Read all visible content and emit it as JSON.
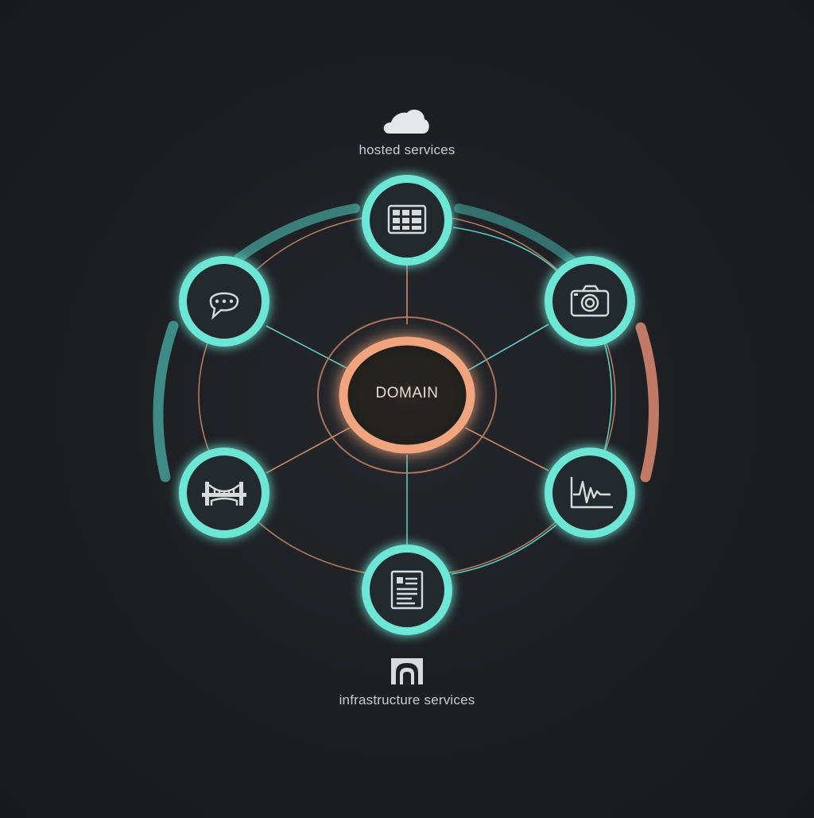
{
  "diagram": {
    "center": {
      "label": "DOMAIN"
    },
    "top_group": {
      "label": "hosted services",
      "icon": "cloud-icon"
    },
    "bottom_group": {
      "label": "infrastructure services",
      "icon": "archway-icon"
    },
    "nodes": [
      {
        "id": "top",
        "icon": "grid-table-icon"
      },
      {
        "id": "upper-right",
        "icon": "camera-icon"
      },
      {
        "id": "lower-right",
        "icon": "waveform-chart-icon"
      },
      {
        "id": "bottom",
        "icon": "document-icon"
      },
      {
        "id": "lower-left",
        "icon": "bridge-icon"
      },
      {
        "id": "upper-left",
        "icon": "chat-bubble-icon"
      }
    ]
  },
  "colors": {
    "background": "#1c1e22",
    "node_ring": "#6ee6d6",
    "node_fill": "#232a2e",
    "center_ring": "#f0a57f",
    "orbit_line": "#c98b6c",
    "teal_arc": "#3d8a86",
    "salmon_arc": "#c07a66",
    "icon": "#d8dadc"
  }
}
